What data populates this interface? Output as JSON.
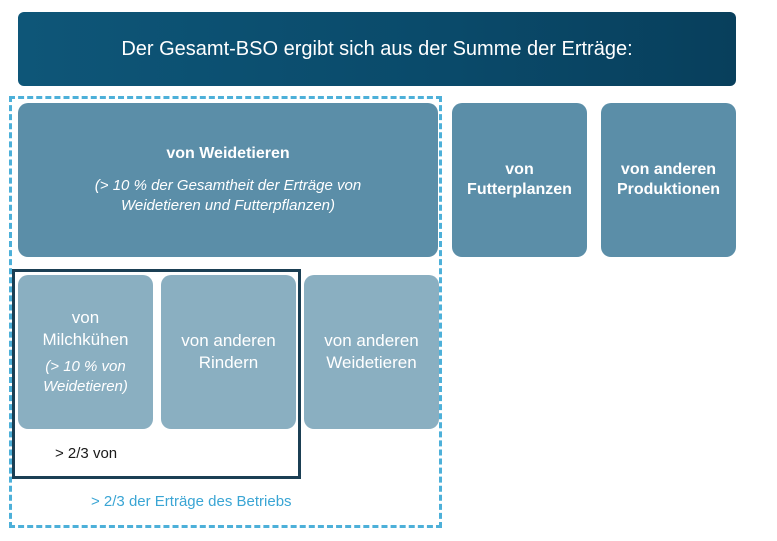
{
  "header": {
    "title": "Der Gesamt-BSO ergibt sich aus der Summe der Erträge:"
  },
  "grazing": {
    "title": "von Weidetieren",
    "note_line1": "(> 10 % der Gesamtheit der Erträge von",
    "note_line2": "Weidetieren und Futterpflanzen)"
  },
  "forage": {
    "line1": "von",
    "line2": "Futterplanzen"
  },
  "other_production": {
    "line1": "von anderen",
    "line2": "Produktionen"
  },
  "dairy": {
    "line1": "von",
    "line2": "Milchkühen",
    "note_line1": "(> 10 % von",
    "note_line2": "Weidetieren)"
  },
  "other_cattle": {
    "line1": "von anderen",
    "line2": "Rindern"
  },
  "other_grazing": {
    "line1": "von anderen",
    "line2": "Weidetieren"
  },
  "dairy_group_label": "> 2/3 von",
  "farm_group_label": "> 2/3 der Erträge des Betriebs",
  "colors": {
    "header": "#0a4a6a",
    "level1": "#5b8ea8",
    "level2": "#8aafc1",
    "dashed_border": "#4db0d9",
    "solid_border": "#1b3f54"
  }
}
